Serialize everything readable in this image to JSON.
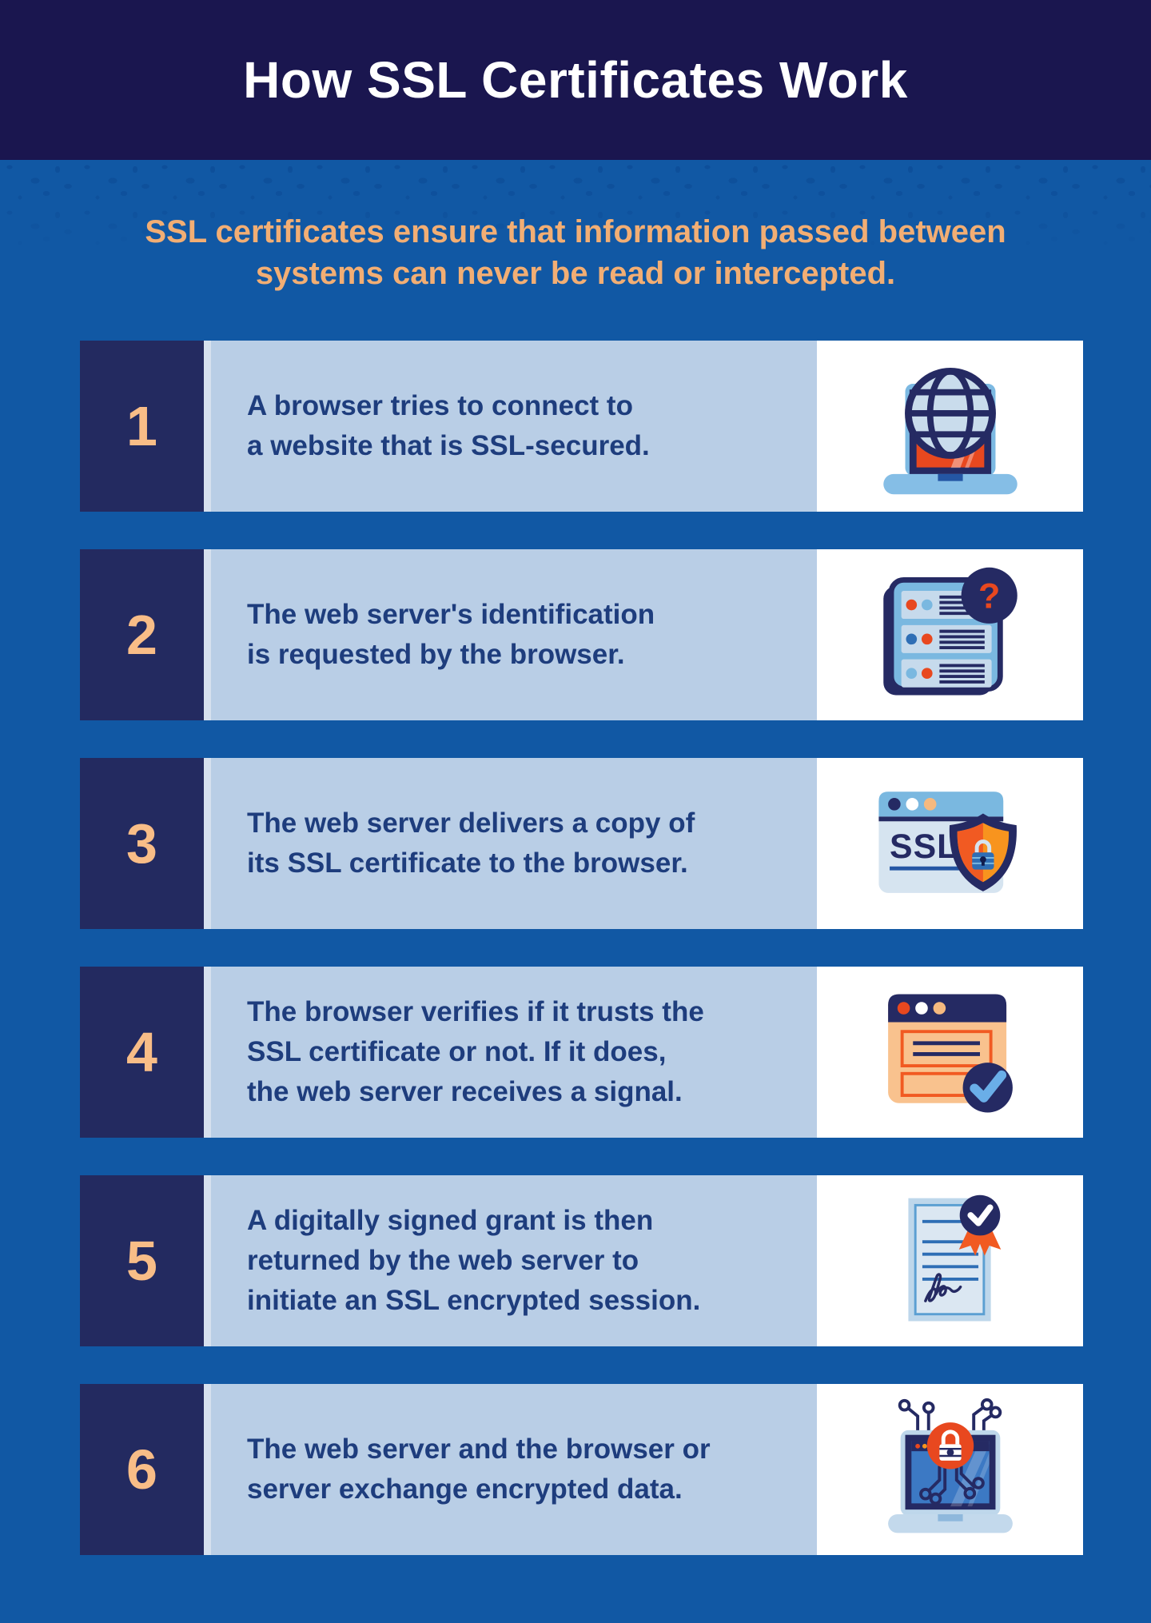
{
  "header": {
    "title": "How SSL Certificates Work"
  },
  "intro": {
    "line1": "SSL certificates ensure that information passed between",
    "line2": "systems can never be read or intercepted."
  },
  "steps": [
    {
      "number": "1",
      "icon": "laptop-globe",
      "lines": [
        "A browser tries to connect to",
        "a website that is SSL-secured."
      ]
    },
    {
      "number": "2",
      "icon": "server-question",
      "icon_label": "?",
      "lines": [
        "The web server's identification",
        "is requested by the browser."
      ]
    },
    {
      "number": "3",
      "icon": "ssl-certificate-shield",
      "icon_label": "SSL",
      "lines": [
        "The web server delivers a copy of",
        "its SSL certificate to the browser."
      ]
    },
    {
      "number": "4",
      "icon": "browser-checkmark",
      "lines": [
        "The browser verifies if it trusts the",
        "SSL certificate or not. If it does,",
        "the web server receives a signal."
      ]
    },
    {
      "number": "5",
      "icon": "signed-certificate",
      "lines": [
        "A digitally signed grant is then",
        "returned by the web server to",
        "initiate an SSL encrypted session."
      ]
    },
    {
      "number": "6",
      "icon": "encrypted-laptop",
      "lines": [
        "The web server and the browser or",
        "server exchange encrypted data."
      ]
    }
  ],
  "colors": {
    "header_navy": "#1a164f",
    "background_blue": "#1158a4",
    "panel_light_blue": "#b9cee6",
    "number_box_navy": "#232a60",
    "accent_peach": "#f2ae74",
    "number_peach": "#f8bd87",
    "text_navy": "#1e3d7d",
    "card_white": "#ffffff",
    "icon_vermilion": "#e8481f",
    "icon_orange": "#f8941e",
    "icon_steel_blue": "#2e6eb5",
    "icon_light_blue": "#7ab8e0",
    "icon_pale_blue": "#c9dcec",
    "icon_navy": "#252a63"
  }
}
